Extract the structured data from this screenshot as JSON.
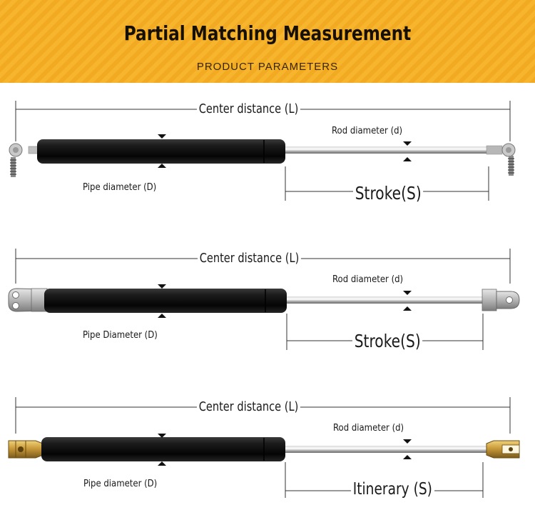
{
  "header": {
    "title": "Partial Matching Measurement",
    "subtitle": "PRODUCT PARAMETERS",
    "colors": {
      "banner": "#f6b52c",
      "banner_stripe": "#f2aa22",
      "title_text": "#161000"
    }
  },
  "diagrams": [
    {
      "end_fitting": "ball-stud-fitting",
      "center_label": "Center distance (L)",
      "rod_label": "Rod diameter (d)",
      "pipe_label": "Pipe diameter (D)",
      "stroke_label": "Stroke(S)"
    },
    {
      "end_fitting": "metal-eyelet-fitting",
      "center_label": "Center distance (L)",
      "rod_label": "Rod diameter (d)",
      "pipe_label": "Pipe Diameter (D)",
      "stroke_label": "Stroke(S)"
    },
    {
      "end_fitting": "brass-clevis-fitting",
      "center_label": "Center distance (L)",
      "rod_label": "Rod diameter (d)",
      "pipe_label": "Pipe diameter (D)",
      "stroke_label": "Itinerary (S)"
    }
  ]
}
